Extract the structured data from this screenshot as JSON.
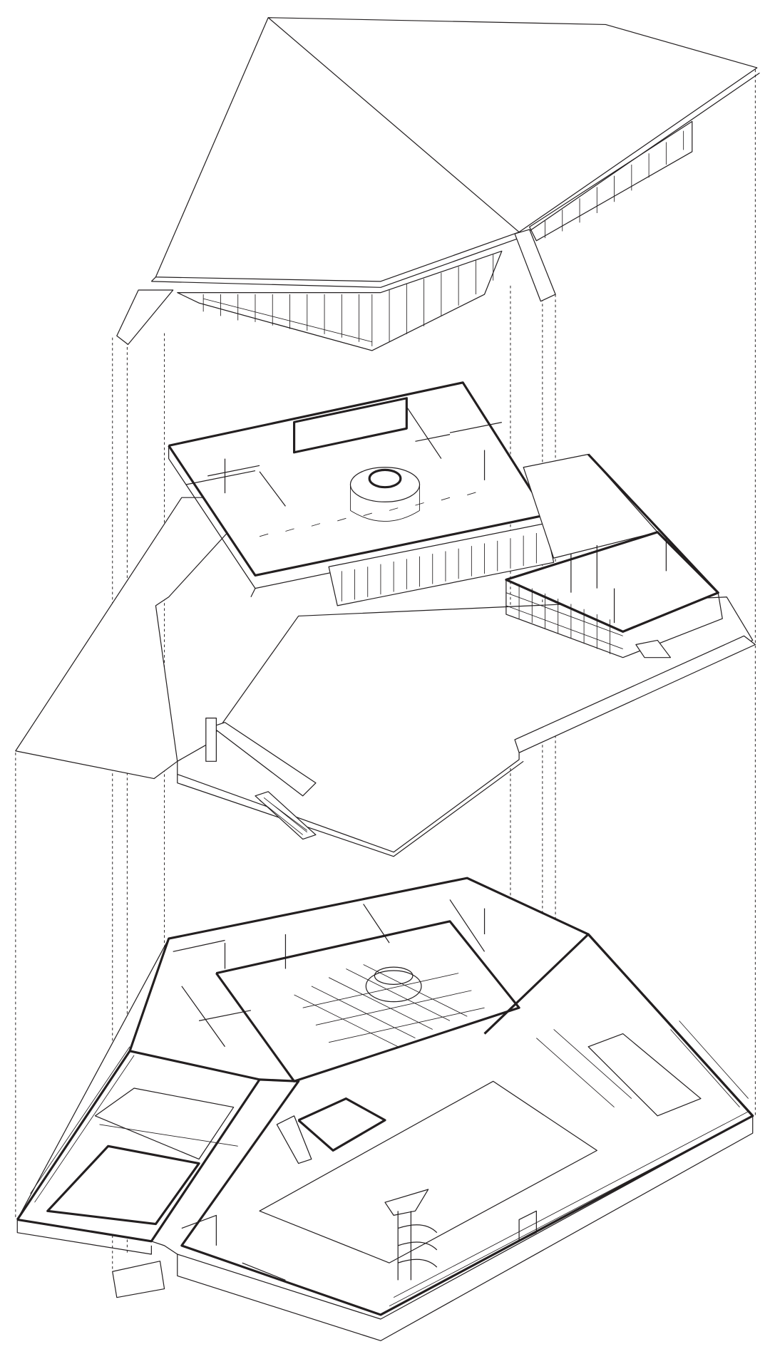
{
  "drawing": {
    "type": "exploded axonometric",
    "layers": [
      "roof",
      "upper-floor",
      "ground-slab",
      "lower-floor"
    ],
    "colors": {
      "line": "#231f20",
      "background": "#ffffff"
    }
  }
}
